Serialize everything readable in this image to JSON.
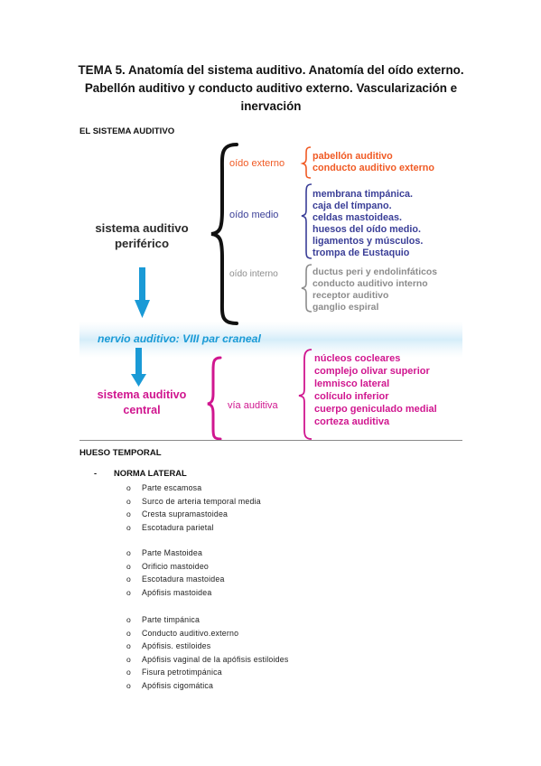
{
  "title": "TEMA 5. Anatomía del sistema auditivo. Anatomía del oído externo. Pabellón auditivo y conducto auditivo externo. Vascularización e inervación",
  "sections": {
    "sistema_auditivo": "EL SISTEMA AUDITIVO",
    "hueso_temporal": "HUESO TEMPORAL"
  },
  "diagram": {
    "periferico": [
      "sistema auditivo",
      "periférico"
    ],
    "nervio": "nervio auditivo: VIII par craneal",
    "central": [
      "sistema auditivo",
      "central"
    ],
    "oido_externo": {
      "label": "oído externo",
      "items": [
        "pabellón auditivo",
        "conducto auditivo externo"
      ]
    },
    "oido_medio": {
      "label": "oído medio",
      "items": [
        "membrana timpánica.",
        "caja del tímpano.",
        "celdas mastoideas.",
        "huesos del oído medio.",
        "ligamentos y músculos.",
        "trompa de Eustaquio"
      ]
    },
    "oido_interno": {
      "label": "oído interno",
      "items": [
        "ductus peri y endolinfáticos",
        "conducto auditivo interno",
        "receptor auditivo",
        "ganglio espiral"
      ]
    },
    "via_auditiva": {
      "label": "vía auditiva",
      "items": [
        "núcleos cocleares",
        "complejo olivar superior",
        "lemnisco lateral",
        "colículo inferior",
        "cuerpo geniculado medial",
        "corteza auditiva"
      ]
    },
    "colors": {
      "orange": "#f05a24",
      "blue": "#3a3e97",
      "gray": "#8c8c8c",
      "magenta": "#d0168f",
      "cyan": "#1a9ad6"
    }
  },
  "hueso": {
    "norma": {
      "bullet": "-",
      "label": "NORMA LATERAL"
    },
    "bullet_symbol": "o",
    "groups": [
      [
        "Parte escamosa",
        "Surco de arteria temporal media",
        "Cresta supramastoidea",
        "Escotadura parietal"
      ],
      [
        "Parte Mastoidea",
        "Orificio mastoideo",
        "Escotadura mastoidea",
        "Apófisis mastoidea"
      ],
      [
        "Parte timpánica",
        "Conducto auditivo.externo",
        "Apófisis. estiloides",
        "Apófisis vaginal de la apófisis estiloides",
        "Fisura petrotimpánica",
        "Apófisis cigomática"
      ]
    ]
  }
}
